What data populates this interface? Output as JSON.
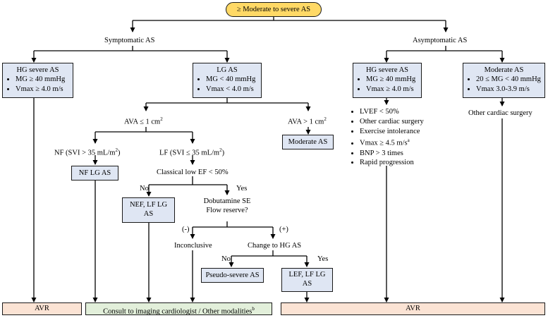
{
  "top": {
    "label": "≥ Moderate to severe AS"
  },
  "branches": {
    "symptomatic": "Symptomatic AS",
    "asymptomatic": "Asymptomatic AS"
  },
  "sym_hg": {
    "title": "HG severe AS",
    "items": [
      "MG ≥ 40 mmHg",
      "Vmax ≥ 4.0 m/s"
    ]
  },
  "sym_lg": {
    "title": "LG AS",
    "items": [
      "MG < 40 mmHg",
      "Vmax < 4.0 m/s"
    ]
  },
  "asym_hg": {
    "title": "HG severe AS",
    "items": [
      "MG ≥ 40 mmHg",
      "Vmax ≥ 4.0 m/s"
    ]
  },
  "asym_mod": {
    "title": "Moderate AS",
    "items": [
      "20 ≤ MG < 40 mmHg",
      "Vmax 3.0-3.9 m/s"
    ]
  },
  "criteria": [
    "LVEF < 50%",
    "Other cardiac surgery",
    "Exercise intolerance",
    "Vmax ≥ 4.5 m/s",
    "BNP > 3 times",
    "Rapid progression"
  ],
  "criteria_sup": "a",
  "mod_other": "Other cardiac surgery",
  "ava_small": {
    "text": "AVA ≤ 1 cm",
    "sup": "2"
  },
  "ava_large": {
    "text": "AVA > 1 cm",
    "sup": "2"
  },
  "moderate_box": "Moderate AS",
  "nf": {
    "text": "NF (SVI > 35 mL/m",
    "sup": "2",
    "end": ")"
  },
  "lf": {
    "text": "LF (SVI ≤ 35 mL/m",
    "sup": "2",
    "end": ")"
  },
  "nf_box": "NF LG AS",
  "classical": "Classical low EF < 50%",
  "no1": "No",
  "yes1": "Yes",
  "nef_box": "NEF, LF LG AS",
  "dobutamine": [
    "Dobutamine SE",
    "Flow reserve?"
  ],
  "minus": "(-)",
  "plus": "(+)",
  "inconclusive": "Inconclusive",
  "change_hg": "Change to HG AS",
  "no2": "No",
  "yes2": "Yes",
  "pseudo_box": "Pseudo-severe AS",
  "lef_box": "LEF, LF LG AS",
  "avr_left": "AVR",
  "consult": {
    "text": "Consult to imaging cardiologist / Other modalities",
    "sup": "b"
  },
  "avr_right": "AVR",
  "colors": {
    "blue_box": "#dfe6f3",
    "peach_box": "#fbe3d4",
    "green_box": "#e2efda",
    "top_box": "#ffd966"
  }
}
